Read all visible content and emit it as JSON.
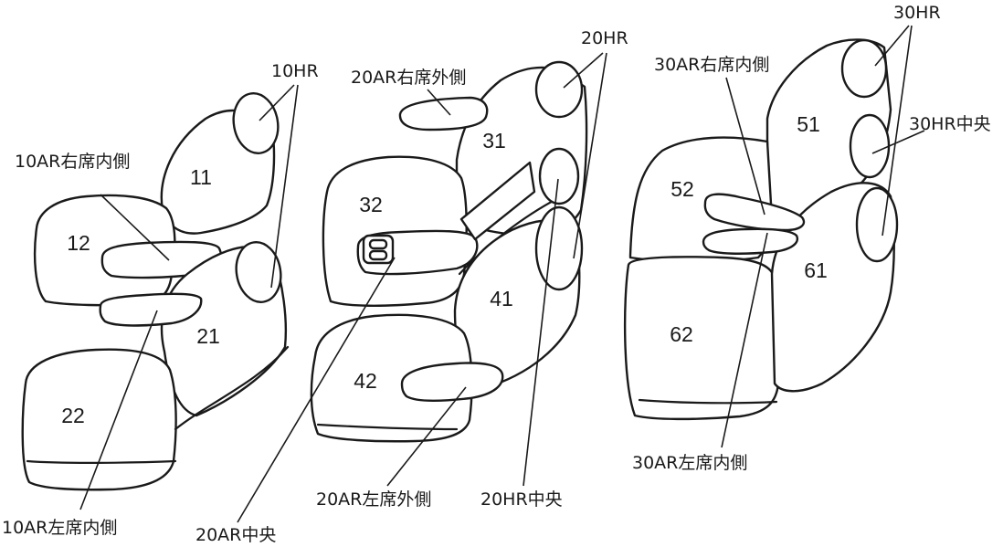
{
  "part_numbers": [
    "11",
    "12",
    "21",
    "22",
    "31",
    "32",
    "41",
    "42",
    "51",
    "52",
    "61",
    "62"
  ],
  "labels": {
    "hr10": "10HR",
    "ar10_right_inner": "10AR右席内側",
    "ar10_left_inner": "10AR左席内側",
    "ar20_right_outer": "20AR右席外側",
    "hr20": "20HR",
    "ar20_center": "20AR中央",
    "ar20_left_outer": "20AR左席外側",
    "hr20_center": "20HR中央",
    "hr30": "30HR",
    "ar30_right_inner": "30AR右席内側",
    "hr30_center": "30HR中央",
    "ar30_left_inner": "30AR左席内側"
  }
}
